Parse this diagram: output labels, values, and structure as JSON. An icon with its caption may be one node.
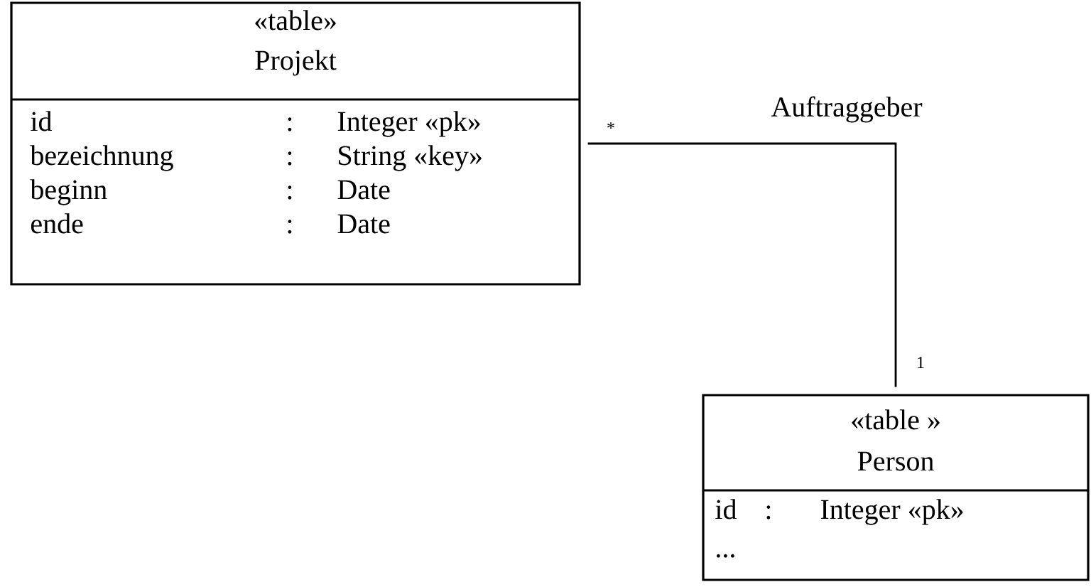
{
  "diagram": {
    "nodes": [
      {
        "text": [
          "«table»",
          "Projekt",
          "id",
          ":",
          "Integer «pk»",
          "bezeichnung",
          ":",
          "String «key»",
          "beginn",
          ":",
          "Date",
          "ende",
          ":",
          "Date"
        ]
      },
      {
        "text": [
          "«table »",
          "Person",
          "id",
          ":",
          "Integer «pk»",
          "..."
        ]
      }
    ],
    "edges": [
      {
        "from": 0,
        "to": 1,
        "arrow": "none",
        "label": "Auftraggeber"
      }
    ],
    "labels": [
      "*",
      "1"
    ]
  }
}
